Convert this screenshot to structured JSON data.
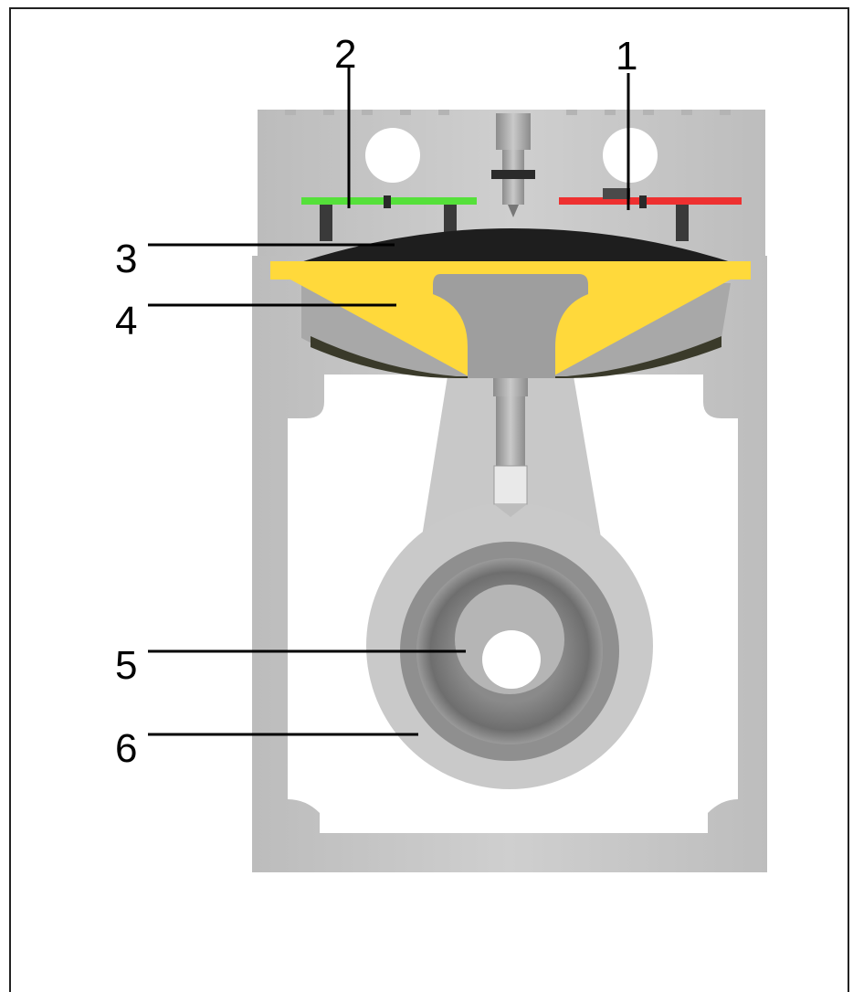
{
  "labels": [
    {
      "id": "1",
      "text": "1"
    },
    {
      "id": "2",
      "text": "2"
    },
    {
      "id": "3",
      "text": "3"
    },
    {
      "id": "4",
      "text": "4"
    },
    {
      "id": "5",
      "text": "5"
    },
    {
      "id": "6",
      "text": "6"
    }
  ],
  "colors": {
    "body": "#c8c8c8",
    "body_dark": "#a9a9a9",
    "membrane": "#ffd93b",
    "seal": "#1e1e1e",
    "contact_green": "#55e03a",
    "contact_red": "#ee3030",
    "plunger": "#9a9a9a",
    "ring_outer": "#8f8f8f",
    "ring_mid": "#6f6f6f",
    "ring_inner": "#b0b0b0"
  }
}
